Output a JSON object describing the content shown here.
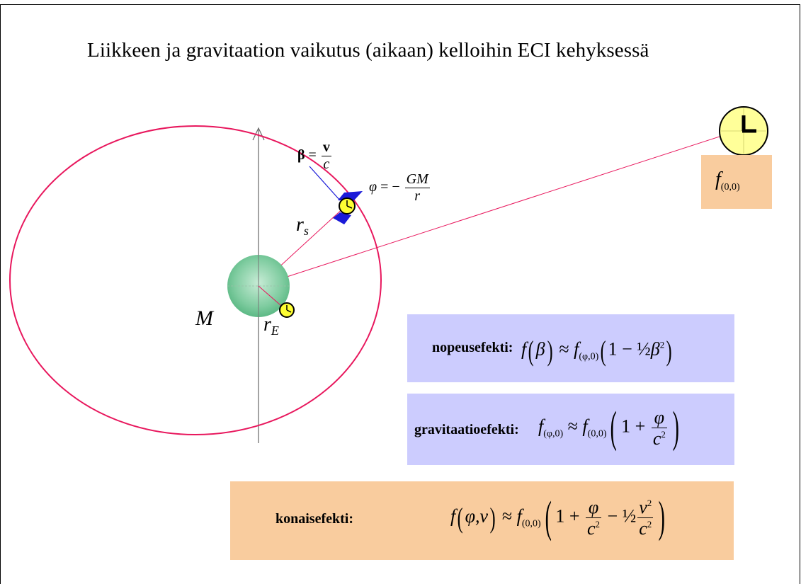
{
  "title": "Liikkeen ja gravitaation vaikutus (aikaan) kelloihin ECI kehyksessä",
  "labels": {
    "mass": "M",
    "earth_radius": "r",
    "earth_radius_sub": "E",
    "sat_radius": "r",
    "sat_radius_sub": "s",
    "beta_symbol": "β",
    "beta_num": "v",
    "beta_den": "c",
    "phi_symbol": "φ",
    "phi_num": "GM",
    "phi_den": "r",
    "ref_f": "f",
    "ref_sub": "(0,0)"
  },
  "boxes": {
    "velocity": {
      "label": "nopeusefekti:",
      "formula_f": "f",
      "formula_arg": "β",
      "formula_sub": "(φ,0)",
      "half": "½",
      "exp": "2"
    },
    "gravity": {
      "label": "gravitaatioefekti:",
      "sub_left": "(φ,0)",
      "sub_right": "(0,0)",
      "num": "φ",
      "den": "c",
      "exp": "2"
    },
    "combined": {
      "label": "konaisefekti:",
      "arg": "φ,v",
      "sub": "(0,0)",
      "num1": "φ",
      "den1": "c",
      "num2": "v",
      "den2": "c",
      "half": "½",
      "exp": "2"
    }
  },
  "colors": {
    "orbit": "#e8175d",
    "earth": "#7fcca0",
    "clock": "#fefe33",
    "satellite_panel": "#1a1ad8",
    "box_blue": "#ccccfe",
    "box_orange": "#f9cc9e",
    "ref_clock": "#ffff99"
  }
}
